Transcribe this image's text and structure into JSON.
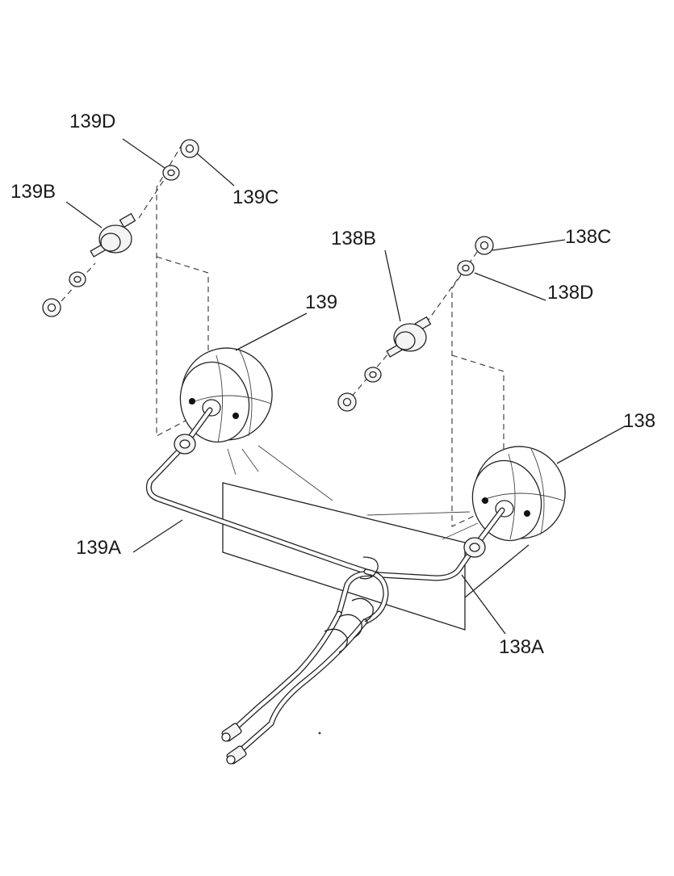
{
  "diagram": {
    "labels": [
      {
        "id": "139D",
        "text": "139D"
      },
      {
        "id": "139C",
        "text": "139C"
      },
      {
        "id": "139B",
        "text": "139B"
      },
      {
        "id": "139",
        "text": "139"
      },
      {
        "id": "139A",
        "text": "139A"
      },
      {
        "id": "138B",
        "text": "138B"
      },
      {
        "id": "138C",
        "text": "138C"
      },
      {
        "id": "138D",
        "text": "138D"
      },
      {
        "id": "138",
        "text": "138"
      },
      {
        "id": "138A",
        "text": "138A"
      }
    ]
  }
}
